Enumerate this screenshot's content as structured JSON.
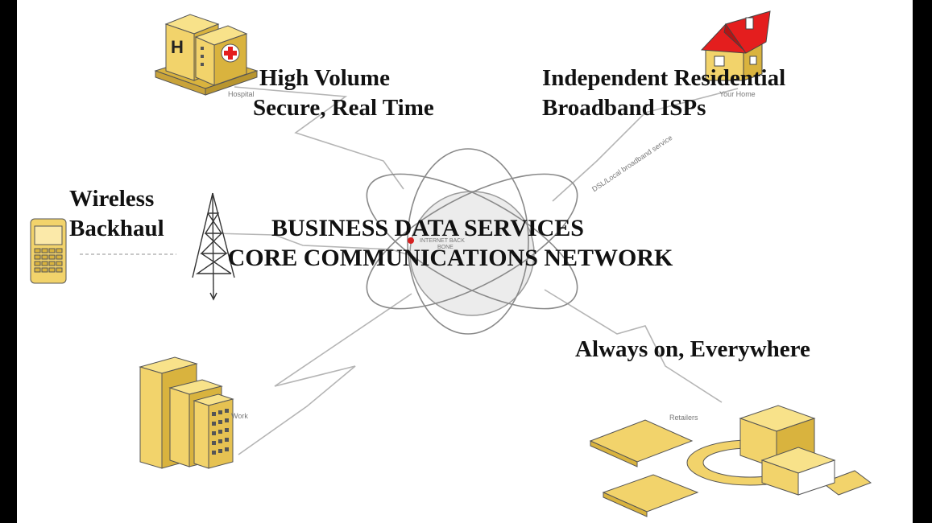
{
  "title": {
    "line1": "BUSINESS DATA SERVICES",
    "line2": "CORE COMMUNICATIONS  NETWORK"
  },
  "captions": {
    "hospital_line1": "High Volume",
    "hospital_line2": "Secure, Real Time",
    "home_line1": "Independent Residential",
    "home_line2": "Broadband ISPs",
    "wireless_line1": "Wireless",
    "wireless_line2": "Backhaul",
    "retail": "Always on, Everywhere"
  },
  "labels": {
    "hospital": "Hospital",
    "home": "Your Home",
    "dsl": "DSL/Local broadband service",
    "work": "Work",
    "retailers": "Retailers",
    "backbone_line1": "INTERNET BACK",
    "backbone_line2": "BONE"
  },
  "icons": [
    "hospital-icon",
    "home-icon",
    "phone-icon",
    "tower-icon",
    "office-building-icon",
    "retail-stores-icon",
    "core-network-icon"
  ],
  "colors": {
    "icon_fill": "#f2d36b",
    "icon_shade": "#d9b33e",
    "roof": "#e41e1e",
    "line": "#b5b5b5",
    "globe": "#ececec"
  }
}
